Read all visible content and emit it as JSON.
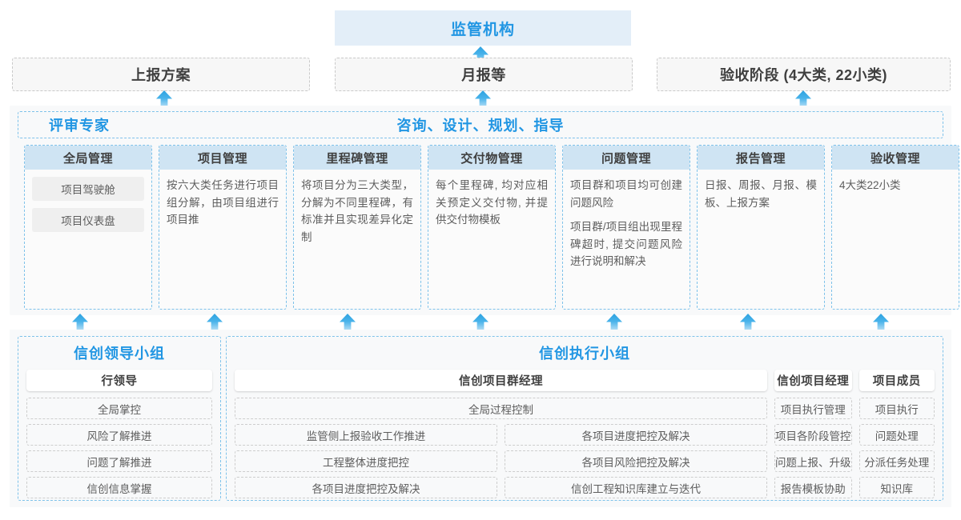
{
  "top": {
    "regulator": "监管机构",
    "reports": [
      {
        "label": "上报方案"
      },
      {
        "label": "月报等"
      },
      {
        "label": "验收阶段 (4大类, 22小类)"
      }
    ]
  },
  "consulting": {
    "left_label": "评审专家",
    "center_label": "咨询、设计、规划、指导",
    "columns": [
      {
        "title": "全局管理",
        "desc": "",
        "chips": [
          "项目驾驶舱",
          "项目仪表盘"
        ]
      },
      {
        "title": "项目管理",
        "desc": "按六大类任务进行项目组分解，由项目组进行项目推",
        "chips": []
      },
      {
        "title": "里程碑管理",
        "desc": "将项目分为三大类型，分解为不同里程碑，有标准并且实现差异化定制",
        "chips": []
      },
      {
        "title": "交付物管理",
        "desc": "每个里程碑, 均对应相关预定义交付物, 并提供交付物模板",
        "chips": []
      },
      {
        "title": "问题管理",
        "desc": "项目群和项目均可创建问题风险",
        "desc2": "项目群/项目组出现里程碑超时, 提交问题风险进行说明和解决",
        "chips": []
      },
      {
        "title": "报告管理",
        "desc": "日报、周报、月报、模板、上报方案",
        "chips": []
      },
      {
        "title": "验收管理",
        "desc": "4大类22小类",
        "chips": []
      }
    ]
  },
  "bottom": {
    "leading_group": {
      "title": "信创领导小组",
      "role": "行领导",
      "items": [
        "全局掌控",
        "风险了解推进",
        "问题了解推进",
        "信创信息掌握"
      ]
    },
    "exec_group": {
      "title": "信创执行小组",
      "program_manager": {
        "role": "信创项目群经理",
        "full_item": "全局过程控制",
        "left_items": [
          "监管侧上报验收工作推进",
          "工程整体进度把控",
          "各项目进度把控及解决"
        ],
        "right_items": [
          "各项目进度把控及解决",
          "各项目风险把控及解决",
          "信创工程知识库建立与迭代"
        ]
      },
      "project_manager": {
        "role": "信创项目经理",
        "items": [
          "项目执行管理",
          "项目各阶段管控",
          "问题上报、升级",
          "报告模板协助"
        ]
      },
      "member": {
        "role": "项目成员",
        "items": [
          "项目执行",
          "问题处理",
          "分派任务处理",
          "知识库"
        ]
      }
    }
  },
  "colors": {
    "accent": "#2196e3",
    "header_fill": "#cfe4f3",
    "regulator_fill": "#e3eef8",
    "dashed_blue": "#7ec2ea",
    "dashed_gray": "#c9c9c9",
    "chip_fill": "#efefef"
  },
  "arrows": {
    "icon": "arrow-up-icon",
    "top_row_x": [
      200,
      600,
      1000
    ],
    "mid_row_x": [
      200,
      600,
      1000
    ],
    "bottom_row_x": [
      100,
      235,
      368,
      500,
      635,
      768,
      900,
      1035
    ]
  }
}
